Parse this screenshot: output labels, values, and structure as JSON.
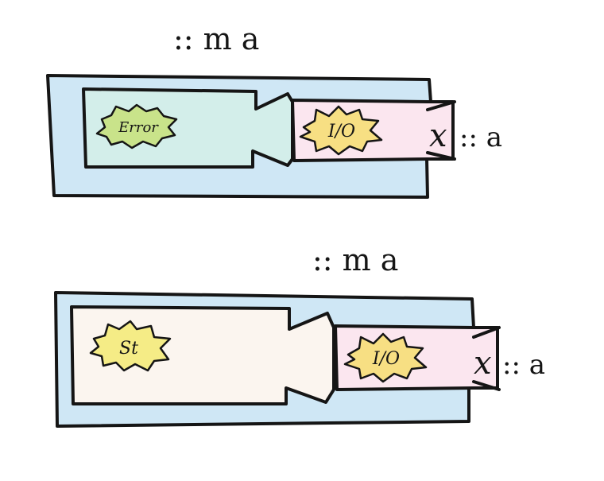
{
  "diagram1": {
    "type_sig": ":: m a",
    "outer_color": "#cfe7f5",
    "inner_color": "#d3eeea",
    "inner_label": "Error",
    "inner_badge_color": "#c9e38a",
    "io_color": "#fbe6ef",
    "io_label": "I/O",
    "io_badge_color": "#f7df83",
    "var_name": "x",
    "var_sig": ":: a"
  },
  "diagram2": {
    "type_sig": ":: m a",
    "outer_color": "#cfe7f5",
    "inner_color": "#fbf5ef",
    "inner_label": "St",
    "inner_badge_color": "#f5ec86",
    "io_color": "#fbe6ef",
    "io_label": "I/O",
    "io_badge_color": "#f7df83",
    "var_name": "x",
    "var_sig": ":: a"
  },
  "colors": {
    "ink": "#151515"
  }
}
